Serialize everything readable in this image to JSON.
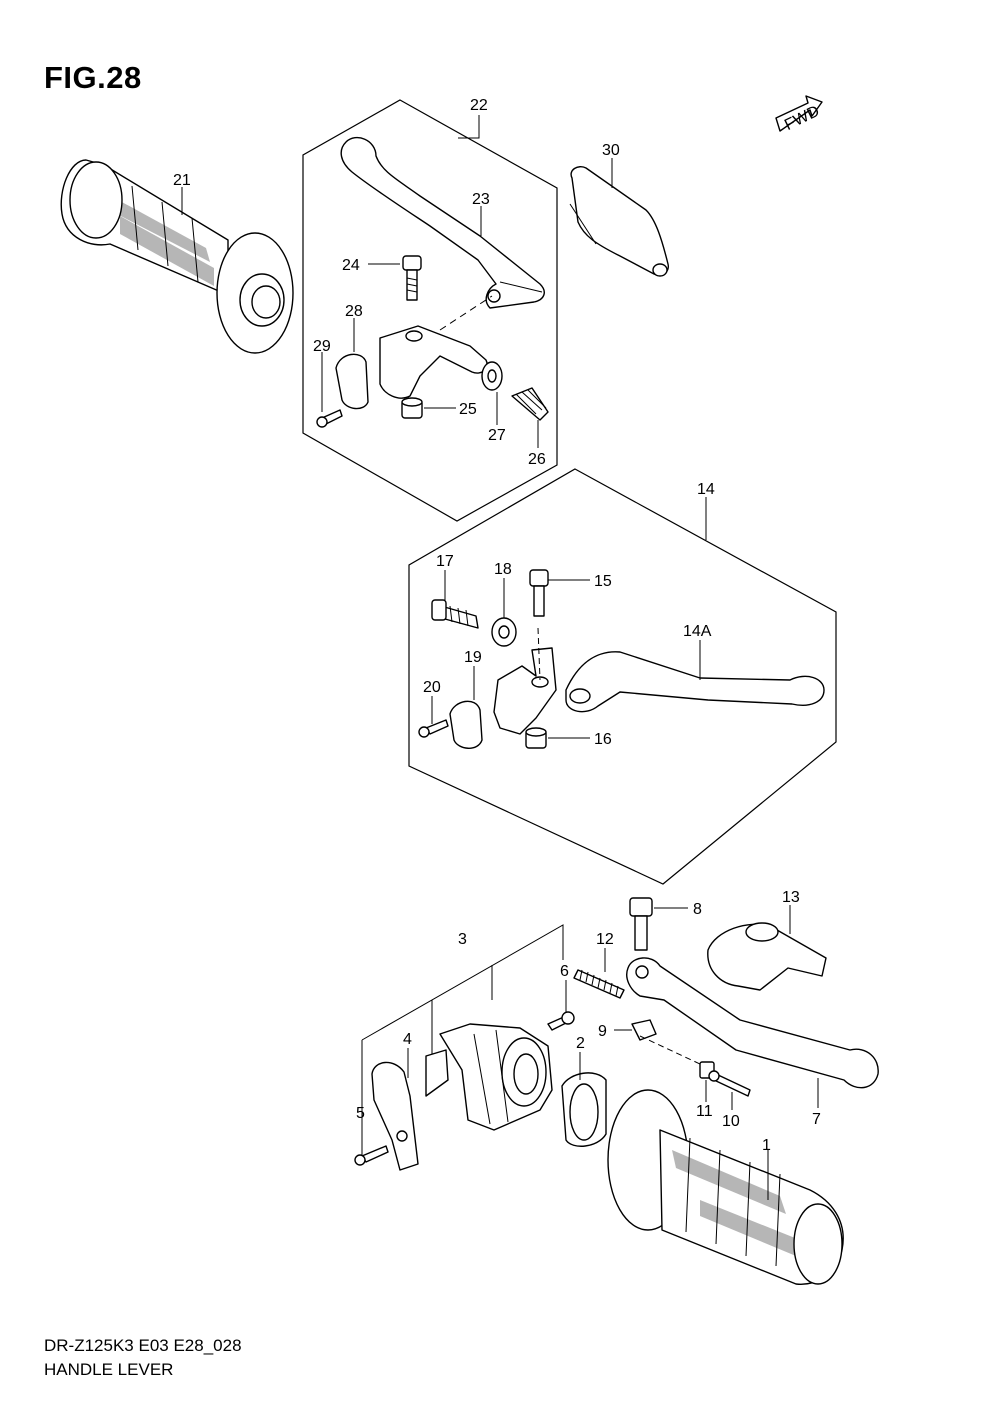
{
  "figure": {
    "title": "FIG.28",
    "model_code": "DR-Z125K3 E03 E28_028",
    "name": "HANDLE LEVER",
    "direction_badge": "FWD"
  },
  "callouts": {
    "c1": "1",
    "c2": "2",
    "c3": "3",
    "c4": "4",
    "c5": "5",
    "c6": "6",
    "c7": "7",
    "c8": "8",
    "c9": "9",
    "c10": "10",
    "c11": "11",
    "c12": "12",
    "c13": "13",
    "c14": "14",
    "c14a": "14A",
    "c15": "15",
    "c16": "16",
    "c17": "17",
    "c18": "18",
    "c19": "19",
    "c20": "20",
    "c21": "21",
    "c22": "22",
    "c23": "23",
    "c24": "24",
    "c25": "25",
    "c26": "26",
    "c27": "27",
    "c28": "28",
    "c29": "29",
    "c30": "30"
  }
}
